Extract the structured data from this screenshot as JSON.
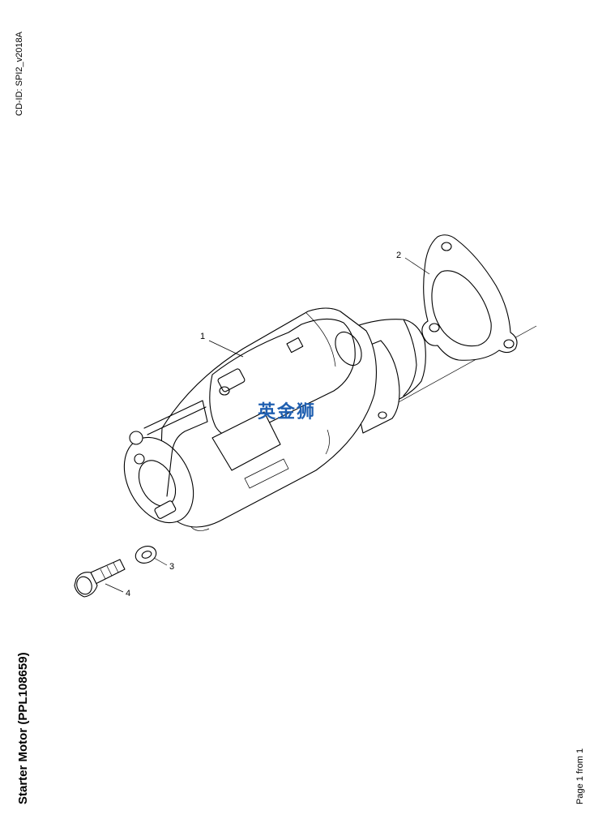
{
  "document": {
    "cd_id": "CD-ID: SPI2_v2018A",
    "title": "Starter Motor (PPL108659)",
    "page_number": "Page 1 from 1",
    "watermark": "英金狮"
  },
  "callouts": [
    "1",
    "2",
    "3",
    "4"
  ]
}
